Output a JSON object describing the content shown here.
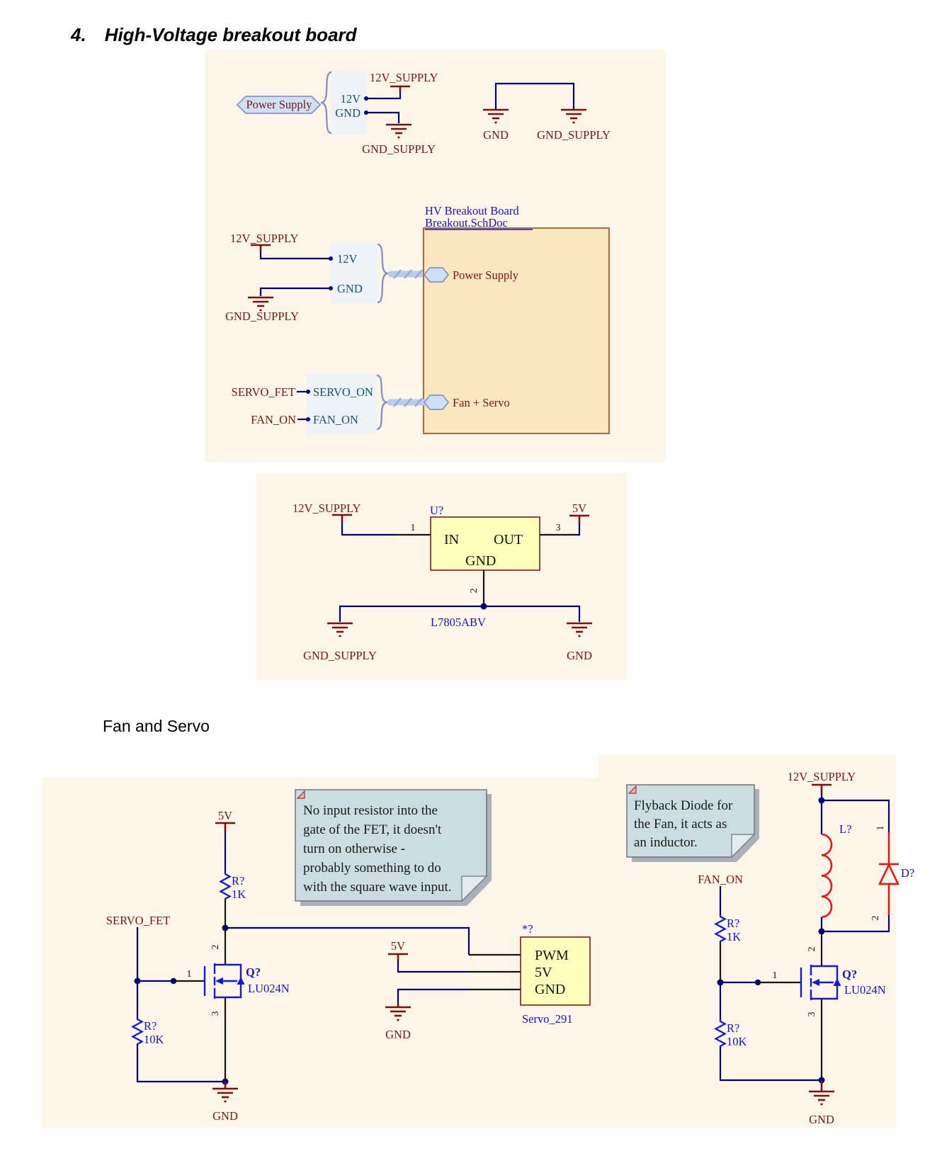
{
  "page": {
    "heading_number": "4.",
    "heading_title": "High-Voltage breakout board",
    "subheading": "Fan and Servo"
  },
  "colors": {
    "canvas": "#fdf6e8",
    "wire": "#00007d",
    "power": "#7c0f0b",
    "designator_blue": "#1414c8",
    "component_blue": "#1515dd",
    "component_red": "#ee1010",
    "part_fill": "#ffffbb",
    "sheet_fill": "#fbe7bf",
    "note_fill": "#ccdde1"
  },
  "top_section": {
    "port_label": "Power Supply",
    "harness": {
      "pin_12v": "12V",
      "pin_gnd": "GND"
    },
    "net_12v_supply": "12V_SUPPLY",
    "net_gnd_supply": "GND_SUPPLY",
    "gnd_pair": {
      "left_label": "GND",
      "right_label": "GND_SUPPLY"
    }
  },
  "sheet_section": {
    "net_12v_supply": "12V_SUPPLY",
    "net_gnd_supply": "GND_SUPPLY",
    "harness_power": {
      "pin_12v": "12V",
      "pin_gnd": "GND"
    },
    "net_servo_fet": "SERVO_FET",
    "net_fan_on": "FAN_ON",
    "harness_control": {
      "pin_servo_on": "SERVO_ON",
      "pin_fan_on": "FAN_ON"
    },
    "sheet_title": "HV Breakout Board",
    "sheet_file": "Breakout.SchDoc",
    "port_power": "Power Supply",
    "port_fan_servo": "Fan + Servo"
  },
  "regulator_section": {
    "net_12v_supply": "12V_SUPPLY",
    "designator": "U?",
    "comment": "L7805ABV",
    "pin_in_num": "1",
    "pin_out_num": "3",
    "pin_gnd_num": "2",
    "pin_in": "IN",
    "pin_out": "OUT",
    "pin_gnd": "GND",
    "net_5v": "5V",
    "net_gnd_supply": "GND_SUPPLY",
    "net_gnd": "GND"
  },
  "servo_circuit": {
    "net_5v_pullup": "5V",
    "r_pullup": {
      "designator": "R?",
      "value": "1K"
    },
    "net_servo_fet": "SERVO_FET",
    "fet": {
      "designator": "Q?",
      "value": "LU024N",
      "pin_gate": "1",
      "pin_drain": "2",
      "pin_source": "3"
    },
    "r_pulldown": {
      "designator": "R?",
      "value": "10K"
    },
    "net_gnd_fet": "GND",
    "note_lines": [
      "No input resistor into the",
      "gate of the FET, it doesn't",
      "turn on otherwise -",
      "probably something to do",
      "with the square wave input."
    ],
    "connector": {
      "designator": "*?",
      "value": "Servo_291",
      "pin_pwm": "PWM",
      "pin_5v": "5V",
      "pin_gnd": "GND"
    },
    "net_5v_servo": "5V",
    "net_gnd_servo": "GND"
  },
  "fan_circuit": {
    "note_lines": [
      "Flyback Diode for",
      "the Fan, it acts as",
      "an inductor."
    ],
    "net_12v_supply": "12V_SUPPLY",
    "inductor": {
      "designator": "L?"
    },
    "diode": {
      "designator": "D?",
      "pin_top": "1",
      "pin_bottom": "2"
    },
    "net_fan_on": "FAN_ON",
    "r_series": {
      "designator": "R?",
      "value": "1K"
    },
    "fet": {
      "designator": "Q?",
      "value": "LU024N",
      "pin_gate": "1",
      "pin_drain": "2",
      "pin_source": "3"
    },
    "r_pulldown": {
      "designator": "R?",
      "value": "10K"
    },
    "net_gnd": "GND"
  }
}
